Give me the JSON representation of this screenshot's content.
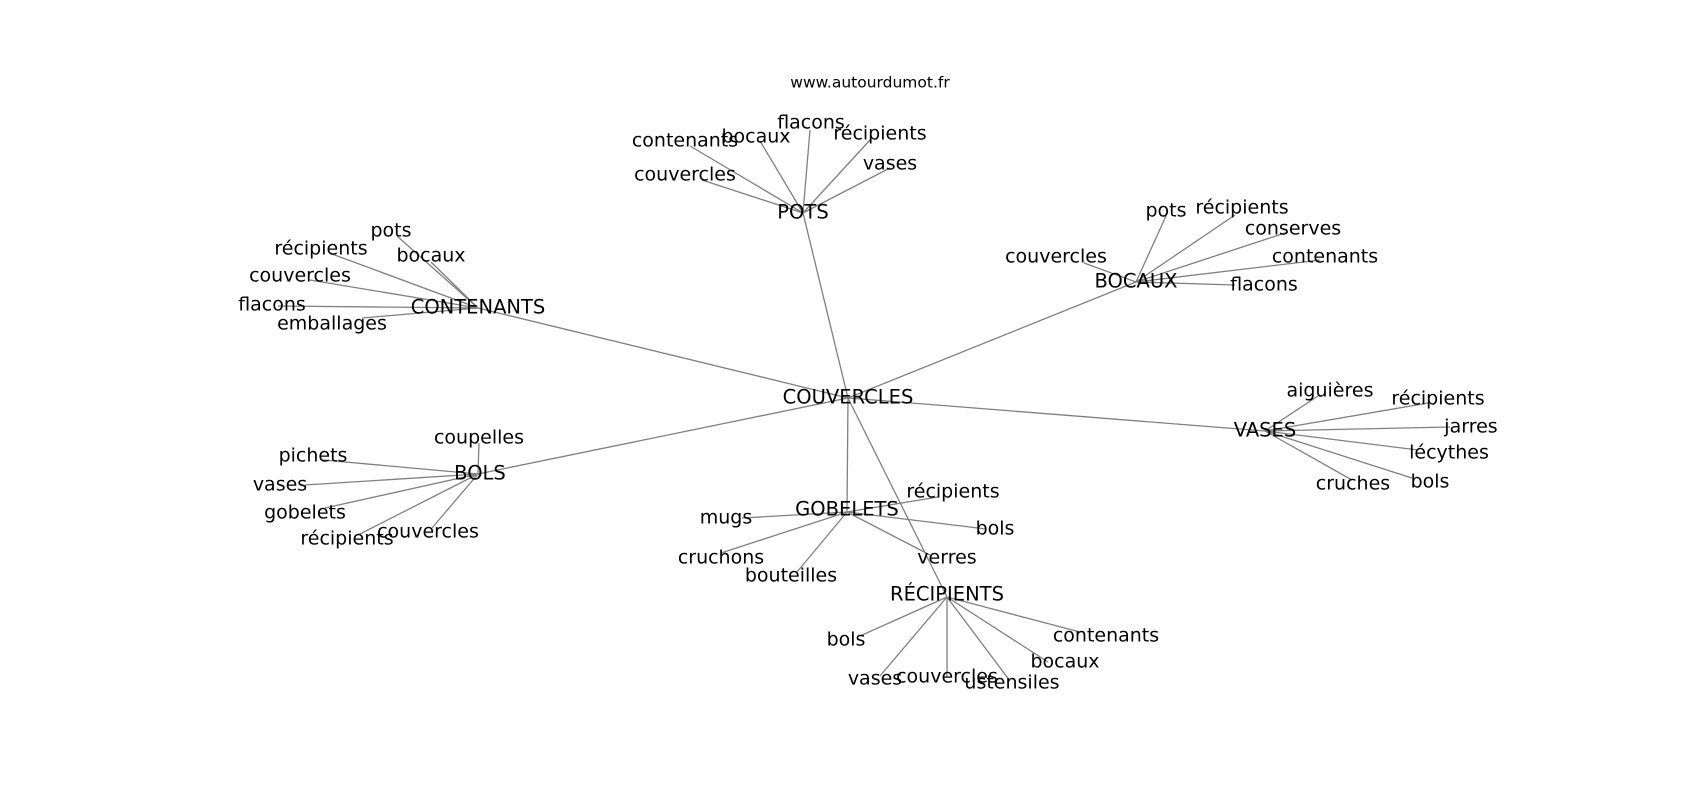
{
  "site": "www.autourdumot.fr",
  "center": {
    "id": "center",
    "label": "COUVERCLES"
  },
  "hubs": [
    {
      "id": "pots",
      "label": "POTS",
      "words": [
        "contenants",
        "bocaux",
        "flacons",
        "récipients",
        "couvercles",
        "vases"
      ]
    },
    {
      "id": "bocaux",
      "label": "BOCAUX",
      "words": [
        "pots",
        "récipients",
        "conserves",
        "couvercles",
        "contenants",
        "flacons"
      ]
    },
    {
      "id": "contenants",
      "label": "CONTENANTS",
      "words": [
        "pots",
        "récipients",
        "bocaux",
        "couvercles",
        "flacons",
        "emballages"
      ]
    },
    {
      "id": "vases",
      "label": "VASES",
      "words": [
        "aiguières",
        "récipients",
        "jarres",
        "lécythes",
        "cruches",
        "bols"
      ]
    },
    {
      "id": "bols",
      "label": "BOLS",
      "words": [
        "coupelles",
        "pichets",
        "vases",
        "gobelets",
        "récipients",
        "couvercles"
      ]
    },
    {
      "id": "gobelets",
      "label": "GOBELETS",
      "words": [
        "récipients",
        "mugs",
        "bols",
        "cruchons",
        "bouteilles",
        "verres"
      ]
    },
    {
      "id": "recipients",
      "label": "RÉCIPIENTS",
      "words": [
        "contenants",
        "bols",
        "bocaux",
        "vases",
        "couvercles",
        "ustensiles"
      ]
    }
  ]
}
